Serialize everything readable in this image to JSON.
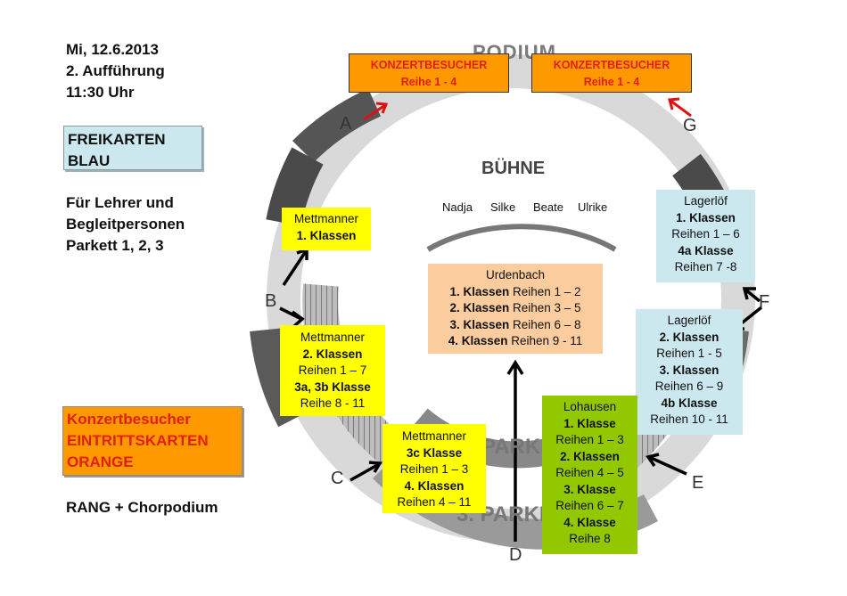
{
  "header": {
    "date": "Mi, 12.6.2013",
    "performance": "2. Aufführung",
    "time": "11:30 Uhr"
  },
  "sidebar": {
    "freikarten_line1": "FREIKARTEN",
    "freikarten_line2": "BLAU",
    "teachers_line1": "Für Lehrer und",
    "teachers_line2": "Begleitpersonen",
    "teachers_line3": "Parkett 1, 2, 3",
    "concert_line1": "Konzertbesucher",
    "concert_line2": "EINTRITTSKARTEN",
    "concert_line3": "ORANGE",
    "rang": "RANG + Chorpodium"
  },
  "hall": {
    "podium": "PODIUM",
    "buehne": "BÜHNE",
    "names": [
      "Nadja",
      "Silke",
      "Beate",
      "Ulrike"
    ],
    "parkett_labels": [
      "PARKETT",
      "3. PARKETT"
    ],
    "entrances": [
      "A",
      "B",
      "C",
      "D",
      "E",
      "F",
      "G"
    ]
  },
  "boxes": {
    "konzert_left": {
      "line1": "KONZERTBESUCHER",
      "line2": "Reihe 1 - 4"
    },
    "konzert_right": {
      "line1": "KONZERTBESUCHER",
      "line2": "Reihe 1 - 4"
    },
    "mett1": {
      "title": "Mettmanner",
      "line1": "1. Klassen"
    },
    "mett2": {
      "title": "Mettmanner",
      "l1": "2. Klassen",
      "l2": "Reihen 1 – 7",
      "l3": "3a, 3b Klasse",
      "l4": "Reihe 8 - 11"
    },
    "mett3": {
      "title": "Mettmanner",
      "l1": "3c Klasse",
      "l2": "Reihen 1 – 3",
      "l3": "4. Klassen",
      "l4": "Reihen 4 – 11"
    },
    "urdenbach": {
      "title": "Urdenbach",
      "rows": [
        {
          "k": "1. Klassen",
          "r": " Reihen 1 – 2"
        },
        {
          "k": "2. Klassen",
          "r": " Reihen 3 – 5"
        },
        {
          "k": "3. Klassen",
          "r": " Reihen 6 – 8"
        },
        {
          "k": "4. Klassen",
          "r": " Reihen 9 - 11"
        }
      ]
    },
    "lager1": {
      "title": "Lagerlöf",
      "l1": "1. Klassen",
      "l2": "Reihen 1 – 6",
      "l3": "4a Klasse",
      "l4": "Reihen 7 -8"
    },
    "lager2": {
      "title": "Lagerlöf",
      "l1": "2. Klassen",
      "l2": "Reihen  1 - 5",
      "l3": "3. Klassen",
      "l4": "Reihen 6 – 9",
      "l5": "4b Klasse",
      "l6": "Reihen 10 - 11"
    },
    "lohausen": {
      "title": "Lohausen",
      "l1": "1. Klasse",
      "l2": "Reihen 1 – 3",
      "l3": "2. Klassen",
      "l4": "Reihen 4 – 5",
      "l5": "3. Klasse",
      "l6": "Reihen 6 – 7",
      "l7": "4. Klasse",
      "l8": "Reihe 8"
    }
  },
  "colors": {
    "yellow": "#ffff00",
    "orange": "#ff9900",
    "light_blue": "#cce8ef",
    "peach": "#fbcd9e",
    "green": "#92c800",
    "red_text": "#e02010",
    "arrow_red": "#e01010"
  }
}
